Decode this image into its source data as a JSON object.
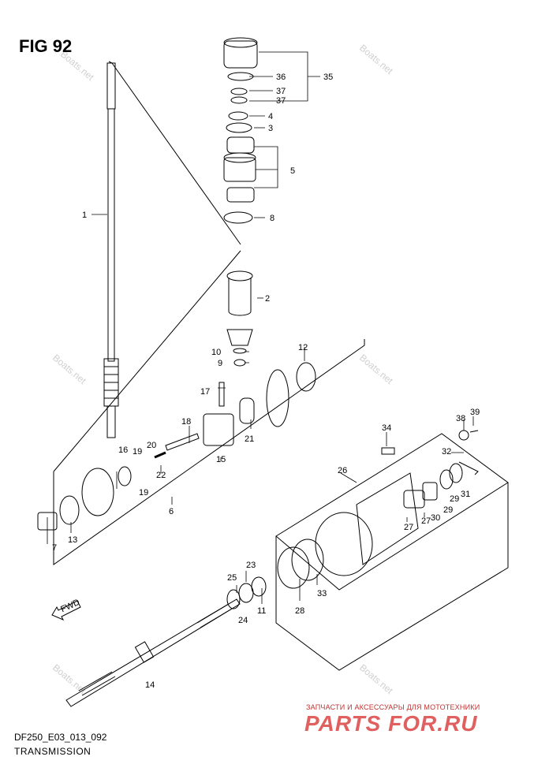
{
  "figure": {
    "label": "FIG 92"
  },
  "footer": {
    "model_code": "DF250_E03_013_092",
    "section_title": "TRANSMISSION"
  },
  "watermark": {
    "text": "Boats.net"
  },
  "shop_banner": {
    "tagline": "ЗАПЧАСТИ И АКСЕССУАРЫ ДЛЯ МОТОТЕХНИКИ",
    "brand": "PARTS FOR.RU"
  },
  "fwd_arrow": {
    "text": "FWD"
  },
  "callouts": [
    "1",
    "2",
    "3",
    "4",
    "5",
    "6",
    "7",
    "8",
    "9",
    "10",
    "11",
    "12",
    "13",
    "14",
    "15",
    "16",
    "17",
    "18",
    "19",
    "19",
    "20",
    "21",
    "22",
    "23",
    "24",
    "25",
    "26",
    "27",
    "27",
    "28",
    "29",
    "29",
    "30",
    "31",
    "32",
    "33",
    "34",
    "35",
    "36",
    "37",
    "37",
    "38",
    "39"
  ],
  "colors": {
    "line": "#000000",
    "watermark": "#d0d0d0",
    "banner_text": "#c23030",
    "banner_brand": "#e06060"
  }
}
